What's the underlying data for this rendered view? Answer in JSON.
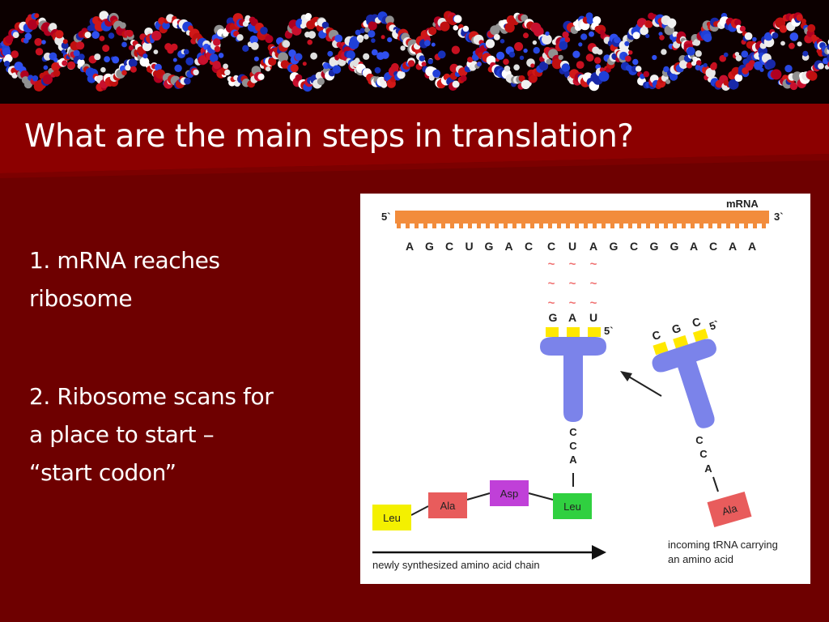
{
  "slide": {
    "title": "What are the main steps in translation?",
    "bullets": [
      {
        "lines": [
          "1. mRNA reaches",
          "ribosome"
        ]
      },
      {
        "lines": [
          "2. Ribosome scans for",
          "a place to start –",
          "“start codon”"
        ]
      }
    ]
  },
  "diagram": {
    "mrna_label": "mRNA",
    "five_prime": "5`",
    "three_prime": "3`",
    "mrna_sequence": [
      "A",
      "G",
      "C",
      "U",
      "G",
      "A",
      "C",
      "C",
      "U",
      "A",
      "G",
      "C",
      "G",
      "G",
      "A",
      "C",
      "A",
      "A"
    ],
    "bound_trna": {
      "anticodon": [
        "G",
        "A",
        "U"
      ],
      "five_prime": "5`",
      "tail": [
        "C",
        "C",
        "A"
      ]
    },
    "incoming_trna": {
      "anticodon": [
        "C",
        "G",
        "C"
      ],
      "five_prime": "5`",
      "tail": [
        "C",
        "C",
        "A"
      ],
      "amino_acid": "Ala",
      "caption": [
        "incoming tRNA carrying",
        "an amino acid"
      ]
    },
    "amino_acid_chain": [
      "Leu",
      "Ala",
      "Asp",
      "Leu"
    ],
    "chain_caption": "newly synthesized amino acid chain",
    "pairing_symbol": "~",
    "colors": {
      "background": "#6e0000",
      "title_band": "#8c0000",
      "mrna_strand": "#f28c3c",
      "trna": "#7b83ea",
      "anticodon_base": "#ffe800",
      "pairing": "#f07070",
      "leu_1": "#f4f000",
      "ala": "#e85c5c",
      "asp": "#c040d8",
      "leu_2": "#30d040"
    }
  }
}
